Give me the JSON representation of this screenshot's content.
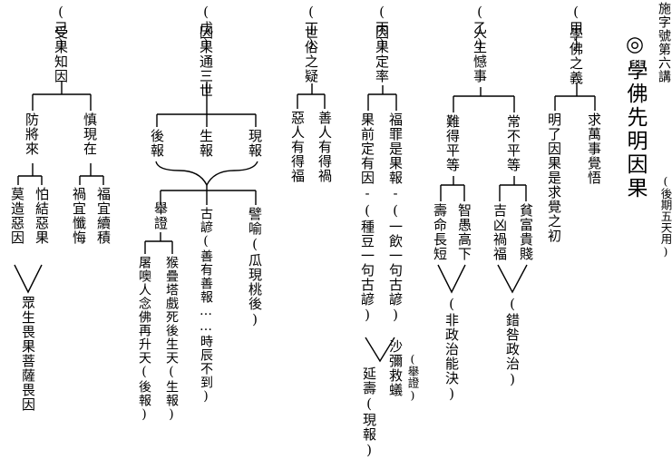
{
  "header": {
    "lecture_no": "施字號第六講",
    "period": "(後期五天用)",
    "title": "◎學佛先明因果"
  },
  "sec_jia": {
    "label": "(甲)",
    "topic": "學佛之義",
    "b1": "求萬事覺悟",
    "b2": "明了因果是求覺之初"
  },
  "sec_yi": {
    "label": "(乙)",
    "topic": "人生憾事",
    "b1": "常不平等",
    "b1a": "貧富貴賤",
    "b1b": "吉凶禍福",
    "b1c": "(錯咎政治)",
    "b2": "難得平等",
    "b2a": "智愚高下",
    "b2b": "壽命長短",
    "b2c": "(非政治能決)"
  },
  "sec_bing": {
    "label": "(丙)",
    "topic": "因果定率",
    "b1": "福罪是果報-(一飲一句古諺)",
    "b2": "果前定有因-(種豆一句古諺)",
    "b3a": "沙彌救蟻",
    "b3a_note": "(舉證)",
    "b3b": "延壽(現報)"
  },
  "sec_ding": {
    "label": "(丁)",
    "topic": "世俗之疑",
    "b1": "善人有得禍",
    "b2": "惡人有得福"
  },
  "sec_wu": {
    "label": "(戊)",
    "topic": "因果通三世",
    "t1": "現報",
    "t2": "生報",
    "t3": "後報",
    "m1": "譬喻(瓜現桃後)",
    "m2": "古諺(善有善報……時辰不到)",
    "m3": "舉證",
    "m3a": "猴疊塔戲死後生天(生報)",
    "m3b": "屠噢人念佛再升天(後報)"
  },
  "sec_ji": {
    "label": "(己)",
    "topic": "受果知因",
    "b1": "慎現在",
    "b1a": "福宜續積",
    "b1b": "禍宜懺悔",
    "b2": "防將來",
    "b2a": "怕結惡果",
    "b2b": "莫造惡因",
    "b2c": "眾生畏果菩薩畏因"
  }
}
